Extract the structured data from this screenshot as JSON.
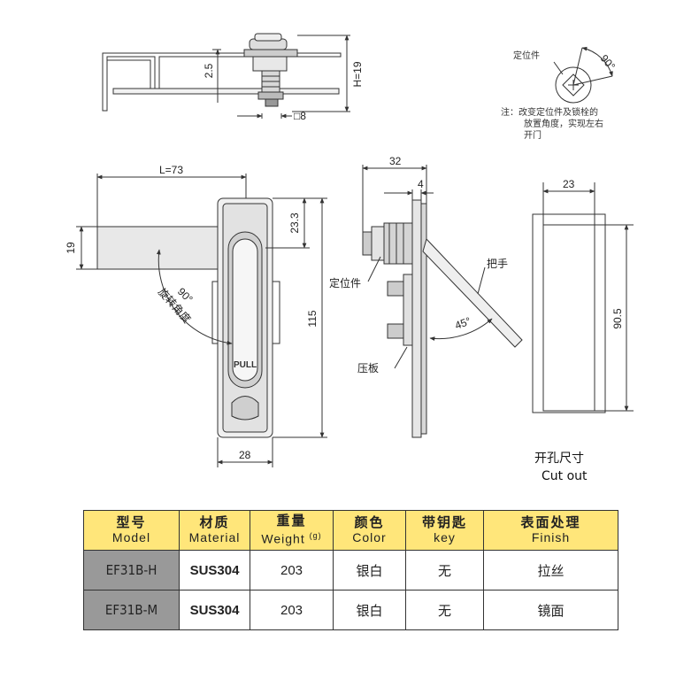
{
  "drawing": {
    "top_view": {
      "dim_height": "H=19",
      "dim_offset": "2.5",
      "dim_square": "□8"
    },
    "detail": {
      "label_positioner": "定位件",
      "angle": "90°",
      "note_line1": "注：改变定位件及锁栓的",
      "note_line2": "放置角度，实现左右",
      "note_line3": "开门"
    },
    "front_view": {
      "dim_length": "L=73",
      "dim_bar_height": "19",
      "dim_top": "23.3",
      "dim_total_height": "115",
      "dim_width": "28",
      "angle": "90°",
      "rotation_label": "旋转角度",
      "handle_text": "PULL"
    },
    "side_view": {
      "dim_depth": "32",
      "dim_plate": "4",
      "label_positioner": "定位件",
      "label_handle": "把手",
      "label_pressure_plate": "压板",
      "angle": "45°"
    },
    "cutout": {
      "dim_width": "23",
      "dim_height": "90.5",
      "title_zh": "开孔尺寸",
      "title_en": "Cut out"
    }
  },
  "table": {
    "headers": [
      {
        "zh": "型号",
        "en": "Model"
      },
      {
        "zh": "材质",
        "en": "Material"
      },
      {
        "zh": "重量",
        "en": "Weight",
        "unit": "(g)"
      },
      {
        "zh": "颜色",
        "en": "Color"
      },
      {
        "zh": "带钥匙",
        "en": "key"
      },
      {
        "zh": "表面处理",
        "en": "Finish"
      }
    ],
    "rows": [
      {
        "model": "EF31B-H",
        "material": "SUS304",
        "weight": "203",
        "color": "银白",
        "key": "无",
        "finish": "拉丝"
      },
      {
        "model": "EF31B-M",
        "material": "SUS304",
        "weight": "203",
        "color": "银白",
        "key": "无",
        "finish": "镜面"
      }
    ]
  }
}
